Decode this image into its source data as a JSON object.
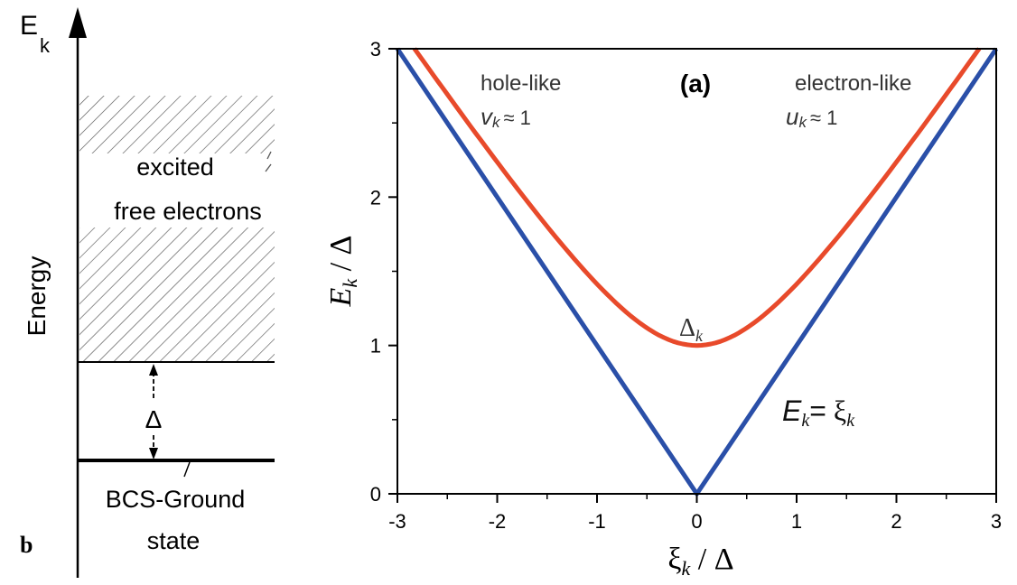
{
  "left_panel": {
    "energy_axis_symbol": "E",
    "energy_axis_subscript": "k",
    "vertical_label": "Energy",
    "band_label_line1": "excited",
    "band_label_line2": "free electrons",
    "gap_label": "Δ",
    "ground_label_line1": "BCS-Ground",
    "ground_label_line2": "state",
    "panel_letter": "b"
  },
  "chart_data": {
    "type": "line",
    "panel_label": "(a)",
    "xlim": [
      -3,
      3
    ],
    "ylim": [
      0,
      3
    ],
    "x_ticks": [
      -3,
      -2,
      -1,
      0,
      1,
      2,
      3
    ],
    "x_tick_labels": [
      "-3",
      "-2",
      "-1",
      "0",
      "1",
      "2",
      "3"
    ],
    "y_ticks": [
      0,
      1,
      2,
      3
    ],
    "y_tick_labels": [
      "0",
      "1",
      "2",
      "3"
    ],
    "xlabel": "ξk / Δ",
    "ylabel": "Ek / Δ",
    "grid": false,
    "series": [
      {
        "color": "#e84a2b",
        "x": [
          -2.83,
          -2.5,
          -2.0,
          -1.5,
          -1.0,
          -0.5,
          0.0,
          0.5,
          1.0,
          1.5,
          2.0,
          2.5,
          2.83
        ],
        "y": [
          3.0,
          2.69,
          2.24,
          1.8,
          1.41,
          1.12,
          1.0,
          1.12,
          1.41,
          1.8,
          2.24,
          2.69,
          3.0
        ]
      },
      {
        "color": "#2a4fa8",
        "x": [
          -3,
          0,
          3
        ],
        "y": [
          3,
          0,
          3
        ]
      }
    ],
    "annotations": {
      "hole_like": "hole-like",
      "hole_weight_var": "v",
      "hole_weight_sub": "k",
      "hole_weight_rel": "≈ 1",
      "electron_like": "electron-like",
      "electron_weight_var": "u",
      "electron_weight_sub": "k",
      "electron_weight_rel": "≈ 1",
      "gap_symbol": "Δ",
      "gap_sub": "k",
      "line_eq_lhs": "E",
      "line_eq_lhs_sub": "k",
      "line_eq_rel": "=",
      "line_eq_rhs": "ξ",
      "line_eq_rhs_sub": "k"
    }
  }
}
